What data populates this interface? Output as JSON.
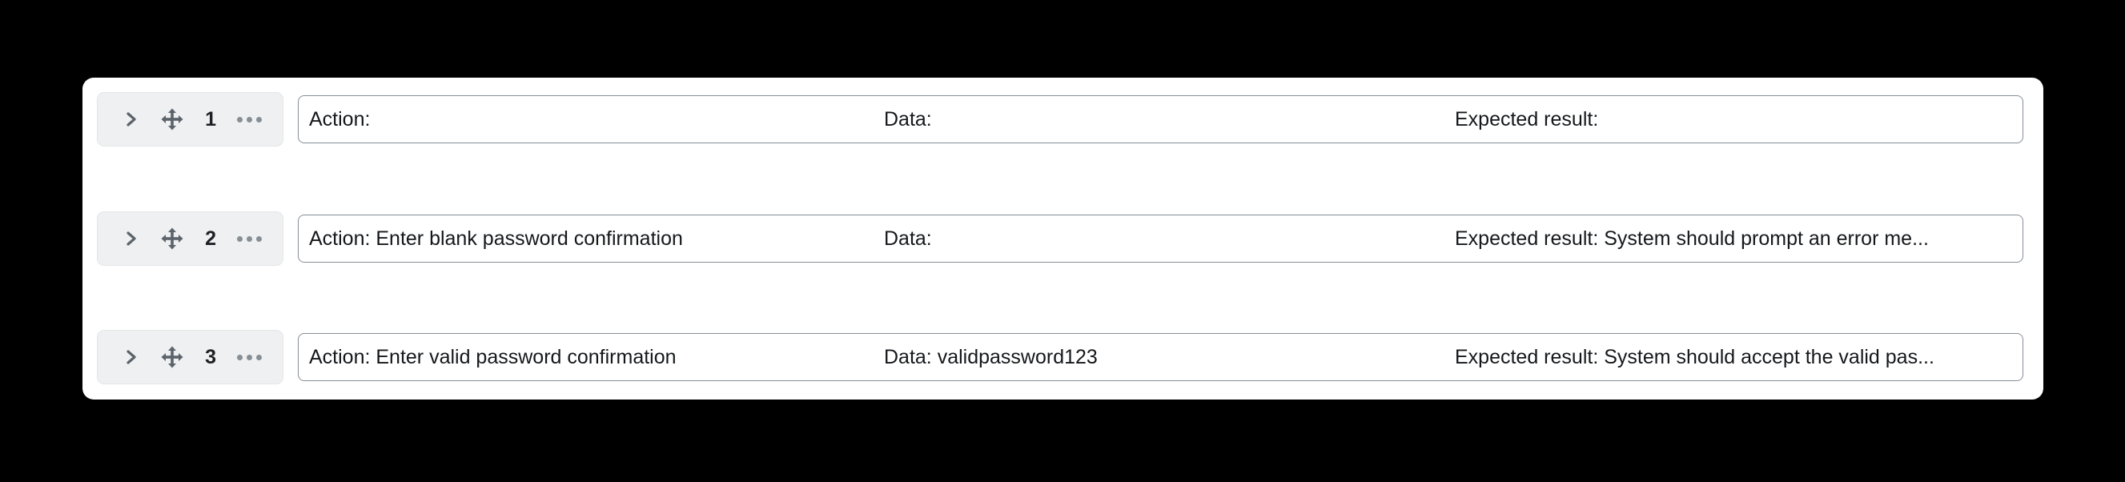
{
  "theme": {
    "page_background": "#000000",
    "card_background": "#ffffff",
    "control_pill_background": "#eef0f1",
    "field_border": "#868e96",
    "text_color": "#15181b",
    "icon_color": "#5c636a"
  },
  "steps_editor": {
    "rows": [
      {
        "index": "1",
        "expand_icon": "chevron-right-icon",
        "drag_icon": "move-icon",
        "menu_icon": "ellipsis-icon",
        "action": "Action:",
        "data": "Data:",
        "expected": "Expected result:"
      },
      {
        "index": "2",
        "expand_icon": "chevron-right-icon",
        "drag_icon": "move-icon",
        "menu_icon": "ellipsis-icon",
        "action": "Action: Enter blank password confirmation",
        "data": "Data:",
        "expected": "Expected result: System should prompt an error me..."
      },
      {
        "index": "3",
        "expand_icon": "chevron-right-icon",
        "drag_icon": "move-icon",
        "menu_icon": "ellipsis-icon",
        "action": "Action: Enter valid password confirmation",
        "data": "Data: validpassword123",
        "expected": "Expected result: System should accept the valid pas..."
      }
    ]
  }
}
